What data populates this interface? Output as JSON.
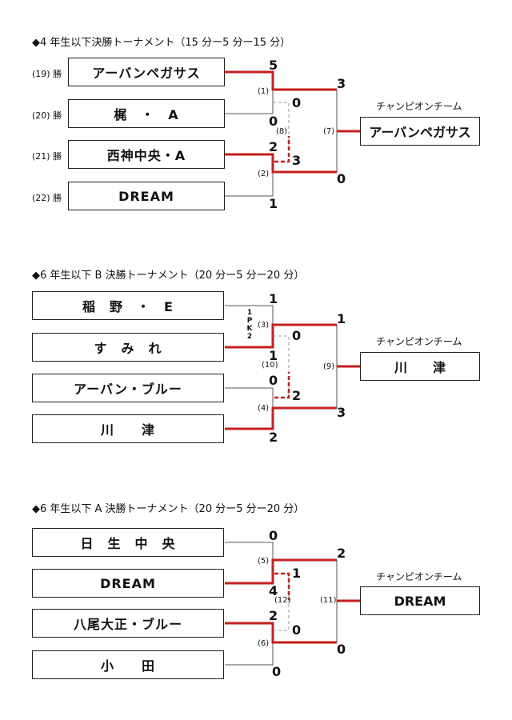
{
  "t1": {
    "title": "◆4 年生以下決勝トーナメント（15 分ー5 分ー15 分）",
    "teams": [
      "アーバンペガサス",
      "梶　・　A",
      "西神中央・A",
      "DREAM"
    ],
    "labels": [
      "(19) 勝",
      "(20) 勝",
      "(21) 勝",
      "(22) 勝"
    ],
    "champion_label": "チャンピオンチーム",
    "champion": "アーバンペガサス",
    "scores": [
      "5",
      "0",
      "2",
      "1",
      "3",
      "0",
      "0",
      "3"
    ],
    "matches": [
      "(1)",
      "(2)",
      "(7)",
      "(8)"
    ]
  },
  "t2": {
    "title": "◆6 年生以下 B 決勝トーナメント（20 分ー5 分ー20 分）",
    "teams": [
      "稲　野　・　E",
      "す　み　れ",
      "アーバン・ブルー",
      "川　　津"
    ],
    "champion_label": "チャンピオンチーム",
    "champion": "川　　津",
    "scores": [
      "1",
      "1",
      "0",
      "2",
      "1",
      "3",
      "0",
      "2"
    ],
    "pk": "1PK2",
    "matches": [
      "(3)",
      "(4)",
      "(9)",
      "(10)"
    ]
  },
  "t3": {
    "title": "◆6 年生以下 A 決勝トーナメント（20 分ー5 分ー20 分）",
    "teams": [
      "日　生　中　央",
      "DREAM",
      "八尾大正・ブルー",
      "小　　田"
    ],
    "champion_label": "チャンピオンチーム",
    "champion": "DREAM",
    "scores": [
      "0",
      "4",
      "2",
      "0",
      "2",
      "0",
      "1",
      "0"
    ],
    "matches": [
      "(5)",
      "(6)",
      "(11)",
      "(12)"
    ]
  }
}
